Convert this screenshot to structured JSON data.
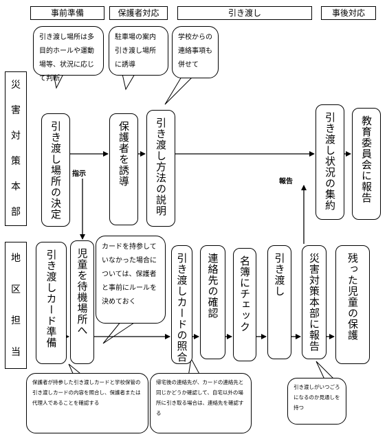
{
  "headers": {
    "prep": "事前準備",
    "guardian": "保護者対応",
    "handover": "引き渡し",
    "after": "事後対応"
  },
  "side": {
    "hq": [
      "災",
      "害",
      "対",
      "策",
      "本",
      "部"
    ],
    "area": [
      "地",
      "区",
      "担",
      "当"
    ]
  },
  "callouts": {
    "c1": "引き渡し場所は多目的ホールや運動場等、状況に応じて判断",
    "c2": "駐車場の案内引き渡し場所に誘導",
    "c3": "学校からの連絡事項も併せて",
    "c4": "カードを持参していなかった場合については、保護者と事前にルールを決めておく",
    "c5": "保護者が持参した引き渡しカードと学校保管の引き渡しカードの内容を照合し、保護者または代理人であることを確認する",
    "c6": "帰宅後の連絡先が、カードの連絡先と同じかどうか確認して、自宅以外の場所に引き取る場合は、連絡先を確認する",
    "c7": "引き渡しがいつごろになるのか見通しを持つ"
  },
  "hq_boxes": {
    "decide_place": "引き渡し場所の決定",
    "guide_guardians": "保護者を誘導",
    "explain_method": "引き渡し方法の説明",
    "collect_status": "引き渡し状況の集約",
    "report_board": "教育委員会に報告"
  },
  "area_boxes": {
    "prepare_card": "引き渡しカード準備",
    "move_students": "児童を待機場所へ",
    "check_card": "引き渡しカードの照合",
    "confirm_contact": "連絡先の確認",
    "check_list": "名簿にチェック",
    "handover": "引き渡し",
    "report_hq": "災害対策本部に報告",
    "protect_remaining": "残った児童の保護"
  },
  "labels": {
    "instruction": "指示",
    "report": "報告"
  }
}
